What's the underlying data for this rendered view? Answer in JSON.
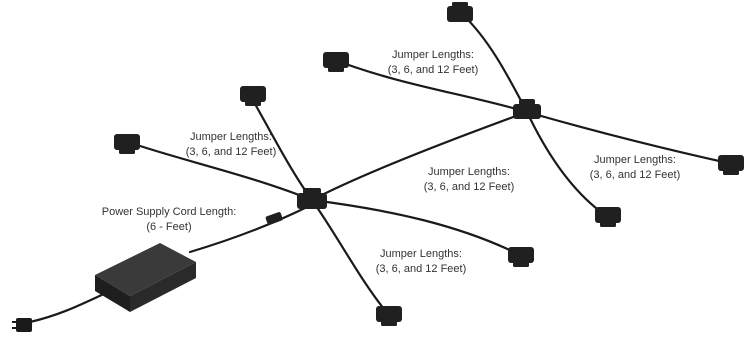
{
  "labels": {
    "jumper_top": {
      "title": "Jumper Lengths:",
      "detail": "(3, 6, and 12 Feet)"
    },
    "jumper_left": {
      "title": "Jumper Lengths:",
      "detail": "(3, 6, and 12 Feet)"
    },
    "jumper_middle": {
      "title": "Jumper Lengths:",
      "detail": "(3, 6, and 12 Feet)"
    },
    "jumper_right": {
      "title": "Jumper Lengths:",
      "detail": "(3, 6, and 12 Feet)"
    },
    "jumper_bottom": {
      "title": "Jumper Lengths:",
      "detail": "(3, 6, and 12 Feet)"
    },
    "power_supply": {
      "title": "Power Supply Cord Length:",
      "detail": "(6 - Feet)"
    }
  },
  "colors": {
    "cable": "#1a1a1a",
    "connector": "#202020",
    "adapter": "#2b2b2b",
    "text": "#333333"
  }
}
